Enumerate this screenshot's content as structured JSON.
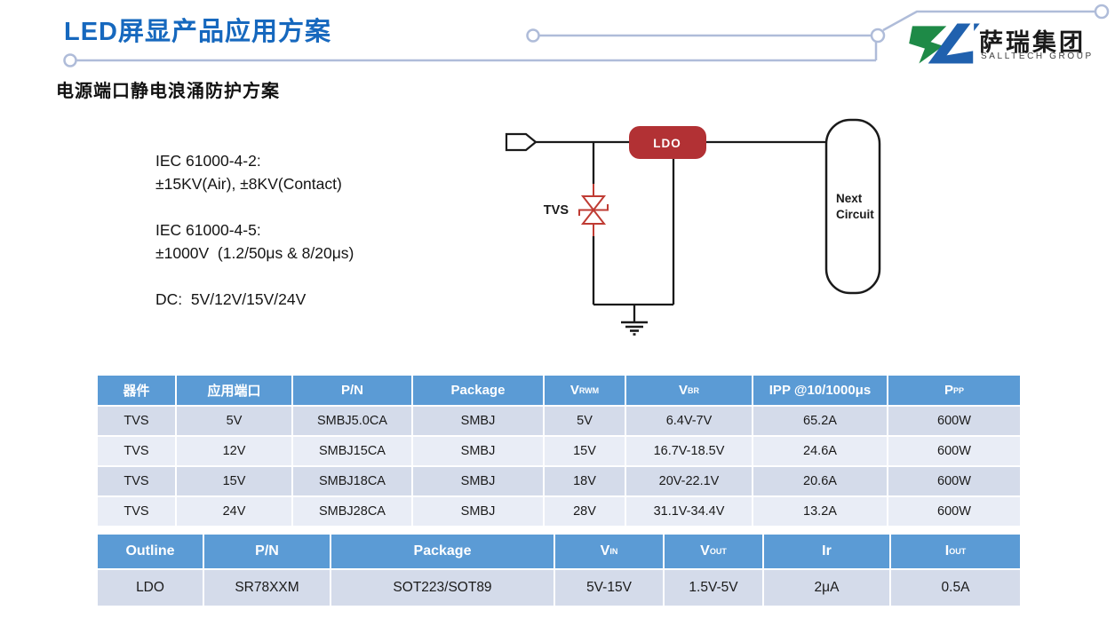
{
  "page": {
    "title": "LED屏显产品应用方案",
    "subtitle": "电源端口静电浪涌防护方案"
  },
  "logo": {
    "company_cn": "萨瑞集团",
    "company_en": "SALLTECH GROUP"
  },
  "specs": {
    "esd_heading": "IEC 61000-4-2:",
    "esd_value": "±15KV(Air), ±8KV(Contact)",
    "surge_heading": "IEC 61000-4-5:",
    "surge_value": "±1000V  (1.2/50μs & 8/20μs)",
    "dc_line": "DC:  5V/12V/15V/24V"
  },
  "circuit": {
    "ldo_label": "LDO",
    "tvs_label": "TVS",
    "next_circuit_line1": "Next",
    "next_circuit_line2": "Circuit"
  },
  "tvs_table": {
    "columns": [
      {
        "label": "器件",
        "sub": ""
      },
      {
        "label": "应用端口",
        "sub": ""
      },
      {
        "label": "P/N",
        "sub": ""
      },
      {
        "label": "Package",
        "sub": ""
      },
      {
        "label": "V",
        "sub": "RWM"
      },
      {
        "label": "V",
        "sub": "BR"
      },
      {
        "label": "IPP @10/1000μs",
        "sub": ""
      },
      {
        "label": "P",
        "sub": "PP"
      }
    ],
    "rows": [
      [
        "TVS",
        "5V",
        "SMBJ5.0CA",
        "SMBJ",
        "5V",
        "6.4V-7V",
        "65.2A",
        "600W"
      ],
      [
        "TVS",
        "12V",
        "SMBJ15CA",
        "SMBJ",
        "15V",
        "16.7V-18.5V",
        "24.6A",
        "600W"
      ],
      [
        "TVS",
        "15V",
        "SMBJ18CA",
        "SMBJ",
        "18V",
        "20V-22.1V",
        "20.6A",
        "600W"
      ],
      [
        "TVS",
        "24V",
        "SMBJ28CA",
        "SMBJ",
        "28V",
        "31.1V-34.4V",
        "13.2A",
        "600W"
      ]
    ]
  },
  "ldo_table": {
    "columns": [
      {
        "label": "Outline",
        "sub": ""
      },
      {
        "label": "P/N",
        "sub": ""
      },
      {
        "label": "Package",
        "sub": ""
      },
      {
        "label": "V",
        "sub": "IN"
      },
      {
        "label": "V",
        "sub": "OUT"
      },
      {
        "label": "Ir",
        "sub": ""
      },
      {
        "label": "I",
        "sub": "OUT"
      }
    ],
    "rows": [
      [
        "LDO",
        "SR78XXM",
        "SOT223/SOT89",
        "5V-15V",
        "1.5V-5V",
        "2μA",
        "0.5A"
      ]
    ]
  },
  "colors": {
    "title_blue": "#1668BE",
    "table_header_bg": "#5B9BD5",
    "table_row_dark": "#D4DBEA",
    "table_row_light": "#E9EDF6",
    "ldo_red": "#B23134",
    "tvs_red": "#BF3B33",
    "decoration_line": "#AFBCD9",
    "logo_green": "#1E8A47",
    "logo_blue": "#2061AE"
  }
}
